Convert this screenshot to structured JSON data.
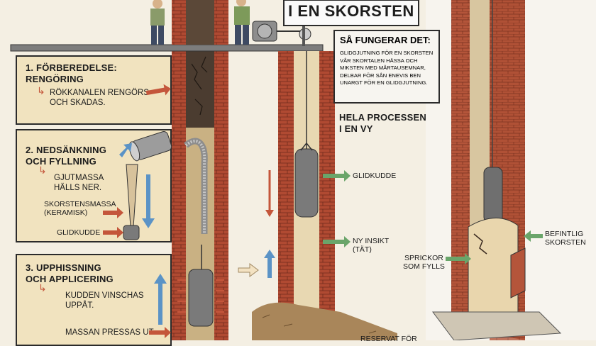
{
  "title_sign": {
    "text": "I EN SKORSTEN"
  },
  "how_box": {
    "heading": "SÅ FUNGERAR DET:",
    "body": "GLIDGJUTNING FÖR EN SKORSTEN VÅR SKORTALEN HÄSSA OCH MIKSTEN MED MÅRTAUSEMNAR, DELBAR FÖR SÅN ENEVIS BEN UNARGT FÖR EN GLIDGJUTNING."
  },
  "steps": [
    {
      "heading_line1": "1. FÖRBEREDELSE:",
      "heading_line2": "RENGÖRING",
      "text_line1": "RÖKKANALEN RENGÖRS",
      "text_line2": "OCH SKADAS."
    },
    {
      "heading_line1": "2. NEDSÄNKNING",
      "heading_line2": "OCH FYLLNING",
      "text_line1": "GJUTMASSA",
      "text_line2": "HÄLLS NER.",
      "label_mass_line1": "SKORSTENSMASSA",
      "label_mass_line2": "(KERAMISK)",
      "label_cushion": "GLIDKUDDE"
    },
    {
      "heading_line1": "3. UPPHISSNING",
      "heading_line2": "OCH APPLICERING",
      "text_line1": "KUDDEN VINSCHAS",
      "text_line2": "UPPÅT.",
      "text2_line1": "MASSAN PRESSAS UT"
    }
  ],
  "overview": {
    "heading_line1": "HELA PROCESSEN",
    "heading_line2": "I EN VY",
    "label_cushion": "GLIDKUDDE",
    "label_inner_line1": "NY INSIKT",
    "label_inner_line2": "(TÄT)",
    "label_bottom": "RESERVAT FÖR"
  },
  "cutaway": {
    "label_cracks_line1": "SPRICKOR",
    "label_cracks_line2": "SOM FYLLS",
    "label_existing_line1": "BEFINTLIG",
    "label_existing_line2": "SKORSTEN"
  },
  "colors": {
    "brick": "#b04a32",
    "mortar": "#e7cfae",
    "panel": "#f1e3bf",
    "arrow_red": "#c4563b",
    "arrow_blue": "#5b93c6",
    "arrow_green": "#6aa56a",
    "cushion": "#7a7a7a"
  }
}
